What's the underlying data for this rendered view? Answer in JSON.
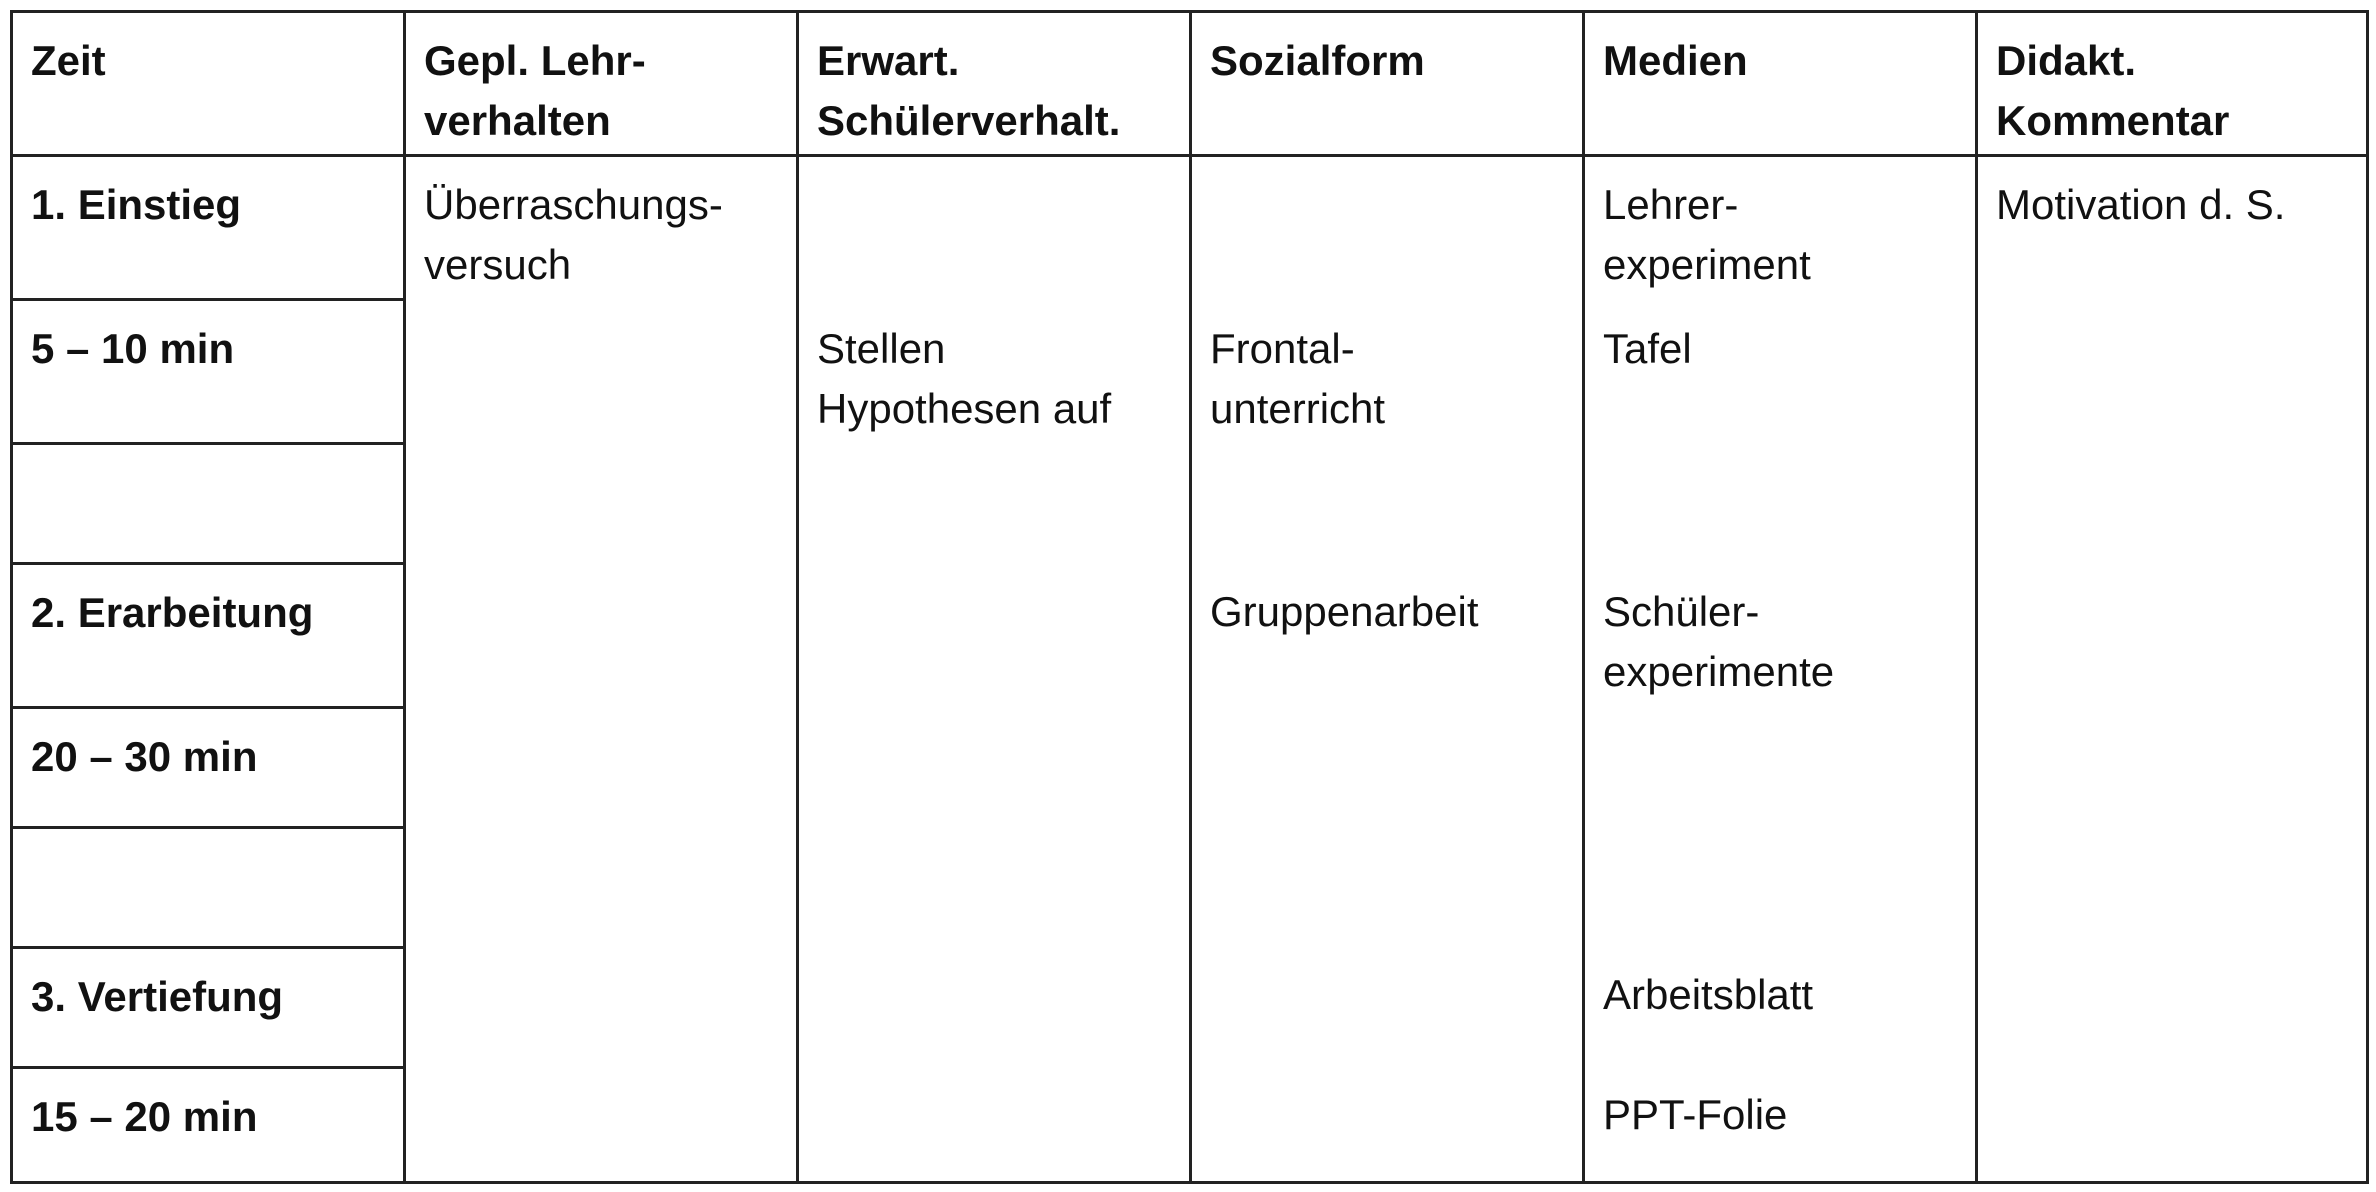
{
  "headers": {
    "zeit": "Zeit",
    "lehrverhalten_1": "Gepl. Lehr-",
    "lehrverhalten_2": "verhalten",
    "schuelerverhalten_1": "Erwart.",
    "schuelerverhalten_2": "Schülerverhalt.",
    "sozialform": "Sozialform",
    "medien": "Medien",
    "kommentar_1": "Didakt.",
    "kommentar_2": "Kommentar"
  },
  "zeit": [
    "1. Einstieg",
    "5 – 10  min",
    "",
    "2. Erarbeitung",
    "20 – 30 min",
    "",
    "3. Vertiefung",
    "15 – 20 min"
  ],
  "lehrverhalten": {
    "line1": "Überraschungs-",
    "line2": "versuch"
  },
  "schuelerverhalten": {
    "line1": "Stellen",
    "line2": "Hypothesen auf"
  },
  "sozialform": {
    "item1_line1": "Frontal-",
    "item1_line2": "unterricht",
    "item2": "Gruppenarbeit"
  },
  "medien": {
    "item1_line1": "Lehrer-",
    "item1_line2": "experiment",
    "item2": "Tafel",
    "item3_line1": "Schüler-",
    "item3_line2": "experimente",
    "item4": "Arbeitsblatt",
    "item5": "PPT-Folie"
  },
  "kommentar": {
    "item1": "Motivation d. S."
  }
}
